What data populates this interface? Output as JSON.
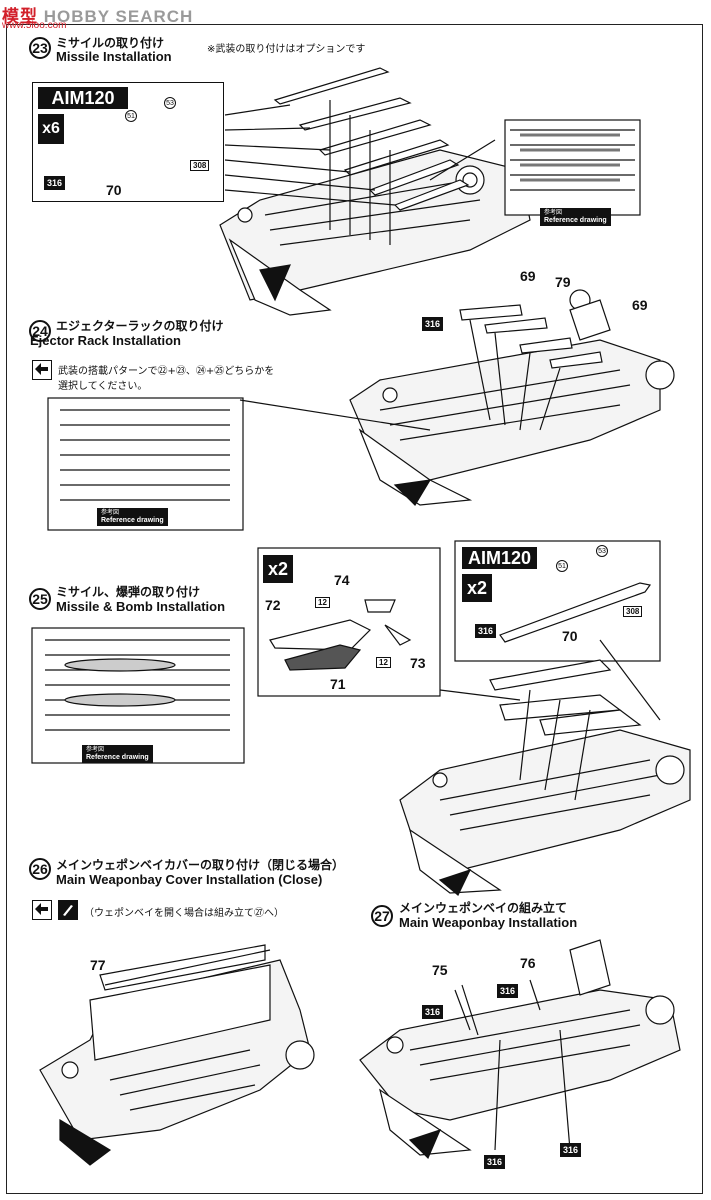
{
  "watermark": {
    "text_a": "模",
    "text_b": "型",
    "text_c": " HOBBY SEARCH",
    "url": "www.5ioo.com"
  },
  "steps": [
    {
      "number": "23",
      "title_jp": "ミサイルの取り付け",
      "title_en": "Missile Installation",
      "note_jp": "※武装の取り付けはオプションです",
      "part_name": "AIM120",
      "quantity": "x6",
      "parts": [
        "51",
        "53",
        "308",
        "316",
        "70"
      ],
      "ref_tag_jp": "参考図",
      "ref_tag_en": "Reference drawing"
    },
    {
      "number": "24",
      "title_jp": "エジェクターラックの取り付け",
      "title_en": "Ejector Rack Installation",
      "note_line1_jp": "武装の搭載パターンで㉒+㉓、㉔+㉕どちらかを",
      "note_line2_jp": "選択してください。",
      "parts": [
        "316",
        "69",
        "79",
        "69"
      ],
      "ref_tag_jp": "参考図",
      "ref_tag_en": "Reference drawing"
    },
    {
      "number": "25",
      "title_jp": "ミサイル、爆弾の取り付け",
      "title_en": "Missile & Bomb Installation",
      "bomb_quantity": "x2",
      "bomb_parts": [
        "74",
        "72",
        "12",
        "12",
        "73",
        "71"
      ],
      "part_name": "AIM120",
      "quantity": "x2",
      "parts": [
        "51",
        "53",
        "308",
        "316",
        "70"
      ],
      "ref_tag_jp": "参考図",
      "ref_tag_en": "Reference drawing"
    },
    {
      "number": "26",
      "title_jp": "メインウェポンベイカバーの取り付け（閉じる場合）",
      "title_en": "Main Weaponbay Cover Installation (Close)",
      "note_jp": "（ウェポンベイを開く場合は組み立て㉗へ）",
      "parts": [
        "77"
      ]
    },
    {
      "number": "27",
      "title_jp": "メインウェポンベイの組み立て",
      "title_en": "Main Weaponbay  Installation",
      "parts": [
        "75",
        "76",
        "316",
        "316",
        "316",
        "316"
      ]
    }
  ]
}
